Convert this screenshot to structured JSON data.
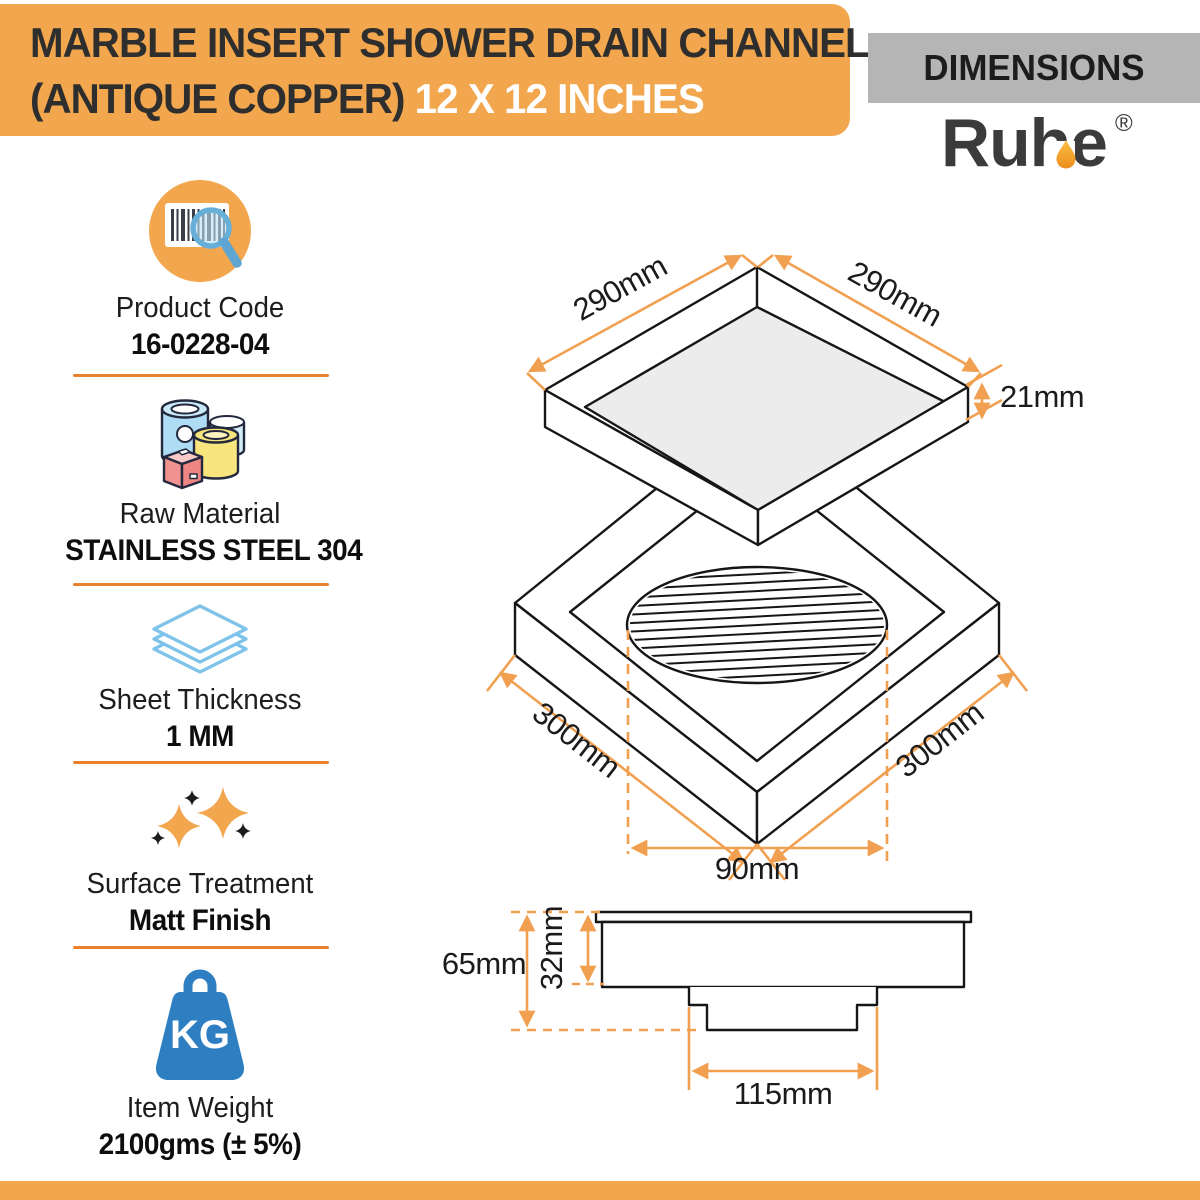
{
  "header": {
    "title_line1": "MARBLE INSERT SHOWER DRAIN CHANNEL",
    "title_line2_dark": "(ANTIQUE COPPER)",
    "title_line2_light": "12 X 12 INCHES",
    "dimensions_label": "DIMENSIONS",
    "brand_name": "Ruhe",
    "brand_reg": "®"
  },
  "specs": [
    {
      "label": "Product Code",
      "value": "16-0228-04",
      "icon": "barcode-search-icon"
    },
    {
      "label": "Raw Material",
      "value": "STAINLESS STEEL 304",
      "icon": "material-containers-icon"
    },
    {
      "label": "Sheet Thickness",
      "value": "1 MM",
      "icon": "stacked-sheets-icon"
    },
    {
      "label": "Surface Treatment",
      "value": "Matt Finish",
      "icon": "sparkles-icon"
    },
    {
      "label": "Item Weight",
      "value": "2100gms (± 5%)",
      "icon": "kg-weight-icon"
    }
  ],
  "weight_icon_text": "KG",
  "diagram": {
    "top_view": {
      "left_width": "290mm",
      "right_width": "290mm",
      "rim_height": "21mm"
    },
    "grid_view": {
      "left_width": "300mm",
      "right_width": "300mm",
      "drain_width": "90mm"
    },
    "side_view": {
      "overall_height": "65mm",
      "body_height": "32mm",
      "outlet_width": "115mm"
    }
  },
  "colors": {
    "accent_orange": "#F2A64D",
    "divider_orange": "#E8802D",
    "dimension_line_orange": "#F0A050",
    "band_gray": "#B5B5B5",
    "steel_blue": "#2E7FC2",
    "text_dark": "#1D1D1D"
  }
}
